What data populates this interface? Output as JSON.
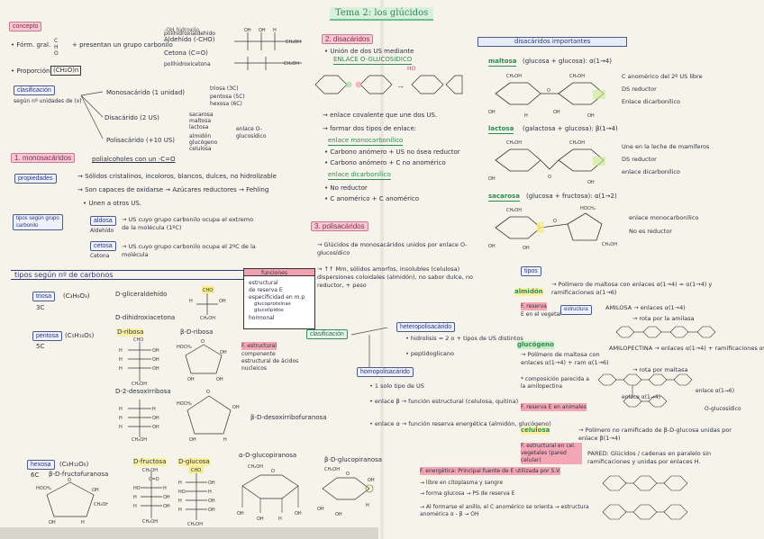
{
  "title": "Tema 2: los glúcidos",
  "left": {
    "concepto_tag": "concepto",
    "formula_left": "• Fórm. gral.",
    "formula_groups": "C  H  O",
    "formula_right": "+ presentan un grupo carbonilo",
    "aldehido": "Aldehído (-CHO)",
    "cetona": "Cetona (C=O)",
    "proporcion": "• Proporción",
    "proporcion_val": "(CH₂O)n",
    "hidroxilos_top": "-OH hidroxilo",
    "poli_hidroxi": "polihidroxialdehído",
    "poli_cetona": "polihidroxicetona",
    "clasificacion_tag": "clasificación",
    "clasificacion_sub": "según nº unidades de (x)",
    "monosacarido": "Monosacárido (1 unidad)",
    "disacarido": "Disacárido (2 US)",
    "polisacarido": "Polisacárido (+10 US)",
    "mono_list": [
      "triosa (3C)",
      "pentosa (5C)",
      "hexosa (6C)"
    ],
    "di_list": [
      "sacarosa",
      "maltosa",
      "lactosa"
    ],
    "poli_list": [
      "almidón",
      "glucógeno",
      "celulosa"
    ],
    "enlace_og": "enlace O-glucosídico",
    "mono_title_num": "1.",
    "mono_title": "monosacáridos",
    "mono_title_tail": "polialcoholes con un -C=O",
    "propiedades_tag": "propiedades",
    "prop_1": "→ Sólidos cristalinos, incoloros, blancos, dulces, no hidrolizable",
    "prop_2": "→ Son capaces de oxidarse → Azúcares reductores → Fehling",
    "prop_3": "• Unen a otros US.",
    "tipos_tag": "tipos según grupo carbonilo",
    "aldosa_tag": "aldosa",
    "aldosa_word": "Aldehído",
    "aldosa_desc": "→ US cuyo grupo carbonilo ocupa el extremo de la molécula (1ºC)",
    "cetosa_tag": "cetosa",
    "cetosa_word": "Cetona",
    "cetosa_desc": "→ US cuyo grupo carbonilo ocupa el 2ºC de la molécula",
    "tipos_c_title": "tipos según nº de carbonos",
    "triosa_tag": "triosa",
    "triosa_formula": "(C₃H₆O₃)",
    "triosa_c": "3C",
    "gliceraldehido": "D-gliceraldehído",
    "dihidroxiacetona": "D-dihidroxiacetona",
    "pentosa_tag": "pentosa",
    "pentosa_formula": "(C₅H₁₀O₅)",
    "pentosa_c": "5C",
    "ribosa": "D-ribosa",
    "b_ribosa": "β-D-ribosa",
    "desoxirribosa": "D-2-desoxirribosa",
    "b_desoxi": "β-D-desoxirribofuranosa",
    "hexosa_tag": "hexosa",
    "hexosa_formula": "(C₆H₁₂O₆)",
    "hexosa_c": "6C",
    "fructosa": "D-fructosa",
    "b_fructo": "β-D-fructofuranosa",
    "glucosa": "D-glucosa",
    "a_gluco": "α-D-glucopiranosa",
    "b_gluco": "β-D-glucopiranosa",
    "funciones_tag": "funciones",
    "func_list": [
      "estructural",
      "de reserva E",
      "especificidad en m.p",
      "glucoproteínas",
      "glucolípidos",
      "hormonal"
    ],
    "ribosa_func": "componente estructural de ácidos nucleicos",
    "ribosa_func_tag": "F. estructural"
  },
  "middle": {
    "disac_num": "2.",
    "disac_title": "disacáridos",
    "disac_1": "• Unión de dos US mediante",
    "disac_enlace": "ENLACE O-GLUCOSÍDICO",
    "disac_ho": "HO",
    "enlace_cov": "→ enlace covalente que une dos US.",
    "dos_tipos": "→ formar dos tipos de enlace:",
    "mono_enl": "enlace monocarbonílico",
    "carbono_anom": "• Carbono anómero + US no ósea reductor",
    "carbono_anom2": "• Carbono anómero + C no anomérico",
    "di_enl": "enlace dicarbonílico",
    "no_reductor": "• No reductor",
    "anom_anom": "• C anomérico + C anomérico",
    "poli_num": "3.",
    "poli_title": "polisacáridos",
    "poli_1": "→ Glúcidos de monosacáridos unidos por enlace O-glucosídico",
    "poli_2": "→ ↑↑ Mm, sólidos amorfos, insolubles (celulosa) dispersiones coloidales (almidón), no sabor dulce, no reductor, + peso",
    "clasif_tag": "clasificación",
    "hetero": "heteropolisacárido",
    "hetero_1": "• hidrolisis = 2 o + tipos de US distintos",
    "hetero_2": "• peptidoglicano",
    "homo": "homopolisacárido",
    "homo_1": "• 1 solo tipo de US",
    "homo_2": "• enlace β → función estructural (celulosa, quitina)",
    "homo_3": "• enlace α → función reserva energética (almidón, glucógeno)"
  },
  "right": {
    "disac_header": "disacáridos importantes",
    "maltosa": "maltosa",
    "maltosa_desc": "(glucosa + glucosa): α(1→4)",
    "maltosa_p": [
      "C anomérico del 2º US libre",
      "DS reductor",
      "Enlace dicarbonílico"
    ],
    "lactosa": "lactosa",
    "lactosa_desc": "(galactosa + glucosa): β(1→4)",
    "lactosa_p": [
      "Une en la leche de mamíferos",
      "DS reductor",
      "enlace dicarbonílico"
    ],
    "sacarosa": "sacarosa",
    "sacarosa_desc": "(glucosa + fructosa): α(1→2)",
    "sacarosa_p": [
      "enlace monocarbonílico",
      "No es reductor"
    ],
    "tipos_tag": "tipos",
    "almidon": "almidón",
    "almidon_desc": "→ Polímero de maltosa con enlaces α(1→4) = α(1→4) y ramificaciones α(1→6)",
    "reserva": "F. reserva",
    "vegetal": "E en el vegetal",
    "amilosa_tag": "estructura",
    "amilosa": "AMILOSA → enlaces α(1→4)",
    "amilosa_2": "→ rota por la amilasa",
    "amilopectina": "AMILOPECTINA → enlaces α(1→4) + ramificaciones α(1→6)",
    "amilop_2": "→ rota por maltasa",
    "glucogeno": "glucógeno",
    "glucogeno_desc": "→ Polímero de maltosa con enlaces α(1→4) + ram α(1→6)",
    "gluco_2": "* composición parecida a la amilopectina",
    "gluco_res": "F. reserva E en animales",
    "enlace_14": "enlace α(1→4)",
    "enlace_16": "enlace α(1→6)",
    "glucosidico": "O-glucosídico",
    "celulosa": "celulosa",
    "celulosa_desc": "→ Polímero no ramificado de β-D-glucosa unidas por enlace β(1→4)",
    "cel_struct": "F. estructural en cel. vegetales (pared celular)",
    "pared": "PARED: Glúcidos / cadenas en paralelo sin ramificaciones y unidas por enlaces H.",
    "quitina": "F. energética: Principal fuente de E utilizada por S.V.",
    "quitina_2": "→ libre en citoplasma y sangre",
    "quitina_3": "→ forma glucosa → PS de reserva E",
    "quitina_4": "→ Al formarse el anillo, el C anomérico se orienta → estructura anomérica α - β → OH"
  }
}
